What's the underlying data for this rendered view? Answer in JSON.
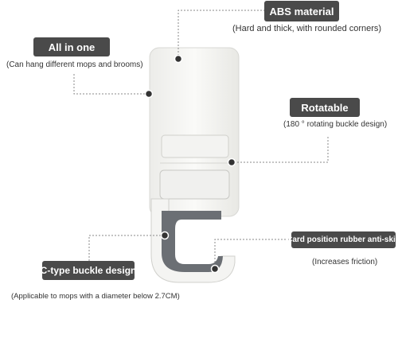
{
  "callouts": {
    "abs": {
      "title": "ABS material",
      "caption": "(Hard and thick, with rounded corners)"
    },
    "all_in_one": {
      "title": "All in one",
      "caption": "(Can hang different mops and brooms)"
    },
    "rotatable": {
      "title": "Rotatable",
      "caption": "(180 °   rotating buckle design)"
    },
    "c_type": {
      "title": "C-type buckle design",
      "caption": "(Applicable to mops with a diameter below 2.7CM)"
    },
    "rubber": {
      "title": "Card position rubber anti-skid",
      "caption": "(Increases friction)"
    }
  },
  "colors": {
    "label_bg": "#4a4a4a",
    "product_body": "#f7f7f5",
    "product_outline": "#d4d4d0",
    "rubber": "#6b6f74",
    "dot": "#333333"
  }
}
